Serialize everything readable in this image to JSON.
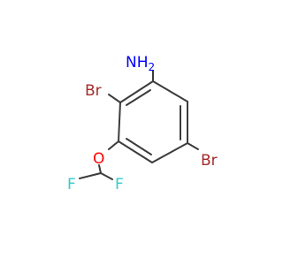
{
  "molecule": {
    "atoms": [
      {
        "id": "N",
        "label": "NH",
        "subscript": "2",
        "color": "#0000ff"
      },
      {
        "id": "Br2",
        "label": "Br",
        "color": "#a52a2a"
      },
      {
        "id": "Br5",
        "label": "Br",
        "color": "#a52a2a"
      },
      {
        "id": "O",
        "label": "O",
        "color": "#ff0000"
      },
      {
        "id": "F1",
        "label": "F",
        "color": "#33cccc"
      },
      {
        "id": "F2",
        "label": "F",
        "color": "#33cccc"
      }
    ],
    "bond_color": "#3b3b3b"
  }
}
